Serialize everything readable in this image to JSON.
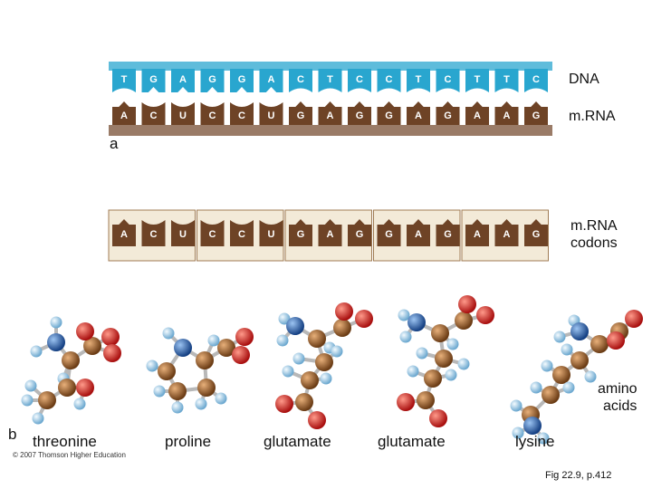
{
  "dna_strand": {
    "bases": [
      "T",
      "G",
      "A",
      "G",
      "G",
      "A",
      "C",
      "T",
      "C",
      "C",
      "T",
      "C",
      "T",
      "T",
      "C"
    ],
    "label": "DNA",
    "color": "#29a6cf"
  },
  "mrna_strand": {
    "bases": [
      "A",
      "C",
      "U",
      "C",
      "C",
      "U",
      "G",
      "A",
      "G",
      "G",
      "A",
      "G",
      "A",
      "A",
      "G"
    ],
    "label": "m.RNA",
    "color": "#6e4326"
  },
  "panel_a": {
    "label": "a"
  },
  "codons": {
    "groups": [
      [
        "A",
        "C",
        "U"
      ],
      [
        "C",
        "C",
        "U"
      ],
      [
        "G",
        "A",
        "G"
      ],
      [
        "G",
        "A",
        "G"
      ],
      [
        "A",
        "A",
        "G"
      ]
    ],
    "label_line1": "m.RNA",
    "label_line2": "codons"
  },
  "panel_b": {
    "label": "b"
  },
  "amino_acids": {
    "label_line1": "amino",
    "label_line2": "acids",
    "names": [
      "threonine",
      "proline",
      "glutamate",
      "glutamate",
      "lysine"
    ]
  },
  "atom_colors": {
    "carbon": "#8a5526",
    "oxygen": "#d42020",
    "nitrogen": "#1f5fb0",
    "hydrogen": "#8fc4e4"
  },
  "copyright": "© 2007 Thomson Higher Education",
  "figure_ref": "Fig 22.9, p.412"
}
